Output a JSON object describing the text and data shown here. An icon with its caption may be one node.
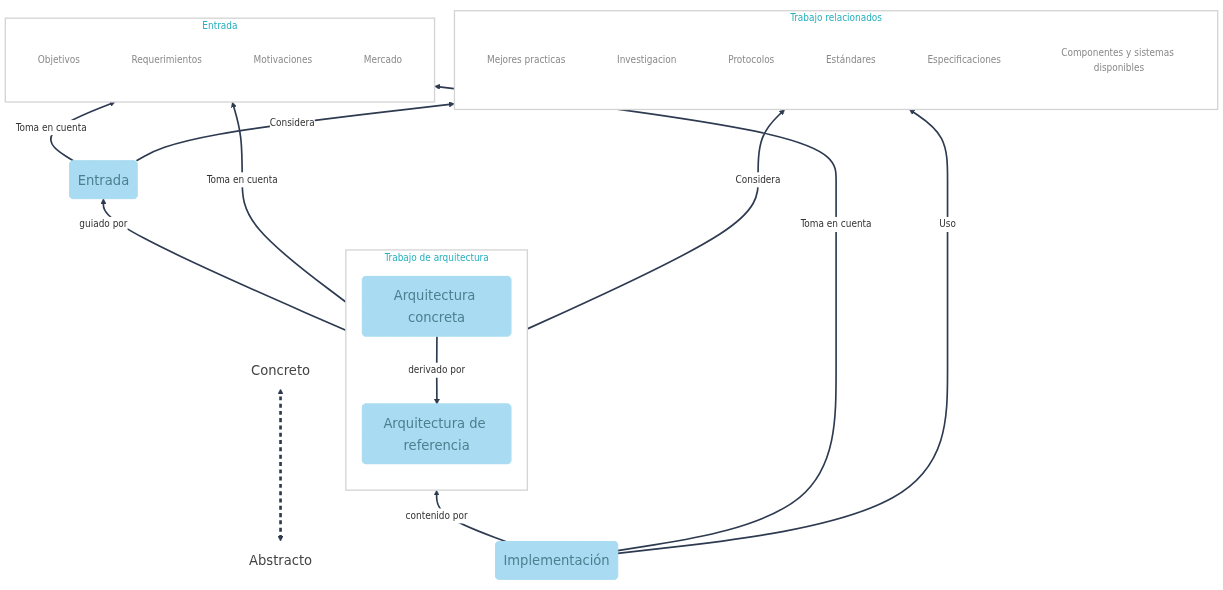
{
  "diagram": {
    "nodes": [
      {
        "text": [
          "Entrada"
        ]
      },
      {
        "text": [
          "Objetivos"
        ],
        "in": 0
      },
      {
        "text": [
          "Requerimientos"
        ],
        "in": 0
      },
      {
        "text": [
          "Motivaciones"
        ],
        "in": 0
      },
      {
        "text": [
          "Mercado"
        ],
        "in": 0
      },
      {
        "text": [
          "Entrada"
        ]
      },
      {
        "text": [
          "Trabajo relacionados"
        ]
      },
      {
        "text": [
          "Mejores practicas"
        ],
        "in": 6
      },
      {
        "text": [
          "Investigacion"
        ],
        "in": 6
      },
      {
        "text": [
          "Protocolos"
        ],
        "in": 6
      },
      {
        "text": [
          "Estándares"
        ],
        "in": 6
      },
      {
        "text": [
          "Especificaciones"
        ],
        "in": 6
      },
      {
        "text": [
          "Componentes y sistemas disponibles"
        ],
        "in": 6
      },
      {
        "text": [
          "Trabajo de arquitectura"
        ]
      },
      {
        "text": [
          "Arquitectura de referencia"
        ],
        "in": 13
      },
      {
        "text": [
          "Arquitectura concreta"
        ],
        "in": 13
      },
      {
        "text": [
          "Implementación"
        ]
      },
      {
        "text": [
          "Abstracto"
        ]
      },
      {
        "text": [
          "Concreto"
        ]
      }
    ],
    "edges": [
      {
        "from": 5,
        "to": 0,
        "arrow": "to",
        "label": "Toma en cuenta"
      },
      {
        "from": 5,
        "to": 6,
        "arrow": "to",
        "label": "Considera"
      },
      {
        "from": 13,
        "to": 5,
        "arrow": "to",
        "label": "guiado por"
      },
      {
        "from": 13,
        "to": 0,
        "arrow": "to",
        "label": "Toma en cuenta"
      },
      {
        "from": 13,
        "to": 6,
        "arrow": "to",
        "label": "Considera"
      },
      {
        "from": 15,
        "to": 14,
        "arrow": "to",
        "label": "derivado por"
      },
      {
        "from": 16,
        "to": 13,
        "arrow": "to",
        "label": "contenido por"
      },
      {
        "from": 16,
        "to": 0,
        "arrow": "to",
        "label": "Toma en cuenta"
      },
      {
        "from": 16,
        "to": 6,
        "arrow": "to",
        "label": "Uso"
      },
      {
        "from": 17,
        "to": 18,
        "arrow": "both",
        "style": "dashed"
      }
    ]
  }
}
